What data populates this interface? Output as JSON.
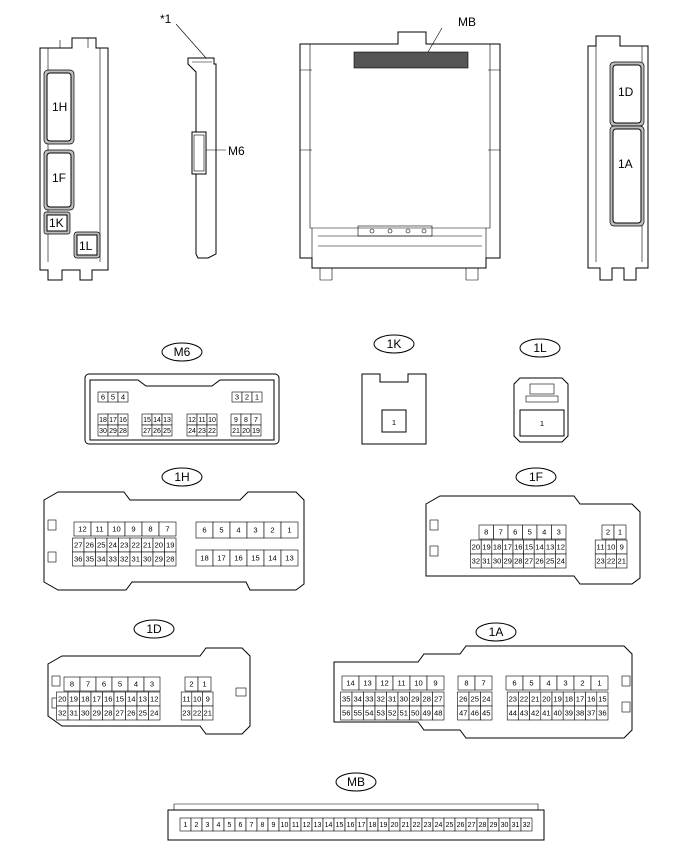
{
  "callouts": {
    "star1": "*1",
    "m6": "M6",
    "mb": "MB",
    "h1": "1H",
    "f1": "1F",
    "k1": "1K",
    "l1": "1L",
    "d1": "1D",
    "a1": "1A"
  },
  "captions": {
    "m6": "M6",
    "k1": "1K",
    "l1": "1L",
    "h1": "1H",
    "f1": "1F",
    "d1": "1D",
    "a1": "1A",
    "mb": "MB"
  },
  "pins": {
    "m6": {
      "tl": [
        "6",
        "5",
        "4"
      ],
      "tr": [
        "3",
        "2",
        "1"
      ],
      "r1": [
        "18",
        "17",
        "16",
        "15",
        "14",
        "13",
        "12",
        "11",
        "10",
        "9",
        "8",
        "7"
      ],
      "r2": [
        "30",
        "29",
        "28",
        "27",
        "26",
        "25",
        "24",
        "23",
        "22",
        "21",
        "20",
        "19"
      ]
    },
    "k1": "1",
    "l1": "1",
    "h1": {
      "left": [
        [
          "12",
          "11",
          "10",
          "9",
          "8",
          "7"
        ],
        [
          "27",
          "26",
          "25",
          "24",
          "23",
          "22",
          "21",
          "20",
          "19"
        ],
        [
          "36",
          "35",
          "34",
          "33",
          "32",
          "31",
          "30",
          "29",
          "28"
        ]
      ],
      "right": [
        [
          "6",
          "5",
          "4",
          "3",
          "2",
          "1"
        ],
        [
          "18",
          "17",
          "16",
          "15",
          "14",
          "13"
        ]
      ]
    },
    "f1": {
      "left": [
        [
          "8",
          "7",
          "6",
          "5",
          "4",
          "3"
        ],
        [
          "20",
          "19",
          "18",
          "17",
          "16",
          "15",
          "14",
          "13",
          "12"
        ],
        [
          "32",
          "31",
          "30",
          "29",
          "28",
          "27",
          "26",
          "25",
          "24"
        ]
      ],
      "right": [
        [
          "2",
          "1"
        ],
        [
          "11",
          "10",
          "9"
        ],
        [
          "23",
          "22",
          "21"
        ]
      ]
    },
    "d1": {
      "left": [
        [
          "8",
          "7",
          "6",
          "5",
          "4",
          "3"
        ],
        [
          "20",
          "19",
          "18",
          "17",
          "16",
          "15",
          "14",
          "13",
          "12"
        ],
        [
          "32",
          "31",
          "30",
          "29",
          "28",
          "27",
          "26",
          "25",
          "24"
        ]
      ],
      "right": [
        [
          "2",
          "1"
        ],
        [
          "11",
          "10",
          "9"
        ],
        [
          "23",
          "22",
          "21"
        ]
      ]
    },
    "a1": {
      "b1": [
        [
          "14",
          "13",
          "12",
          "11",
          "10",
          "9"
        ],
        [
          "35",
          "34",
          "33",
          "32",
          "31",
          "30",
          "29",
          "28",
          "27"
        ],
        [
          "56",
          "55",
          "54",
          "53",
          "52",
          "51",
          "50",
          "49",
          "48"
        ]
      ],
      "b2": [
        [
          "8",
          "7"
        ],
        [
          "26",
          "25",
          "24"
        ],
        [
          "47",
          "46",
          "45"
        ]
      ],
      "b3": [
        [
          "6",
          "5",
          "4",
          "3",
          "2",
          "1"
        ],
        [
          "23",
          "22",
          "21",
          "20",
          "19",
          "18",
          "17",
          "16",
          "15"
        ],
        [
          "44",
          "43",
          "42",
          "41",
          "40",
          "39",
          "38",
          "37",
          "36"
        ]
      ]
    },
    "mb": [
      "1",
      "2",
      "3",
      "4",
      "5",
      "6",
      "7",
      "8",
      "9",
      "10",
      "11",
      "12",
      "13",
      "14",
      "15",
      "16",
      "17",
      "18",
      "19",
      "20",
      "21",
      "22",
      "23",
      "24",
      "25",
      "26",
      "27",
      "28",
      "29",
      "30",
      "31",
      "32"
    ]
  }
}
